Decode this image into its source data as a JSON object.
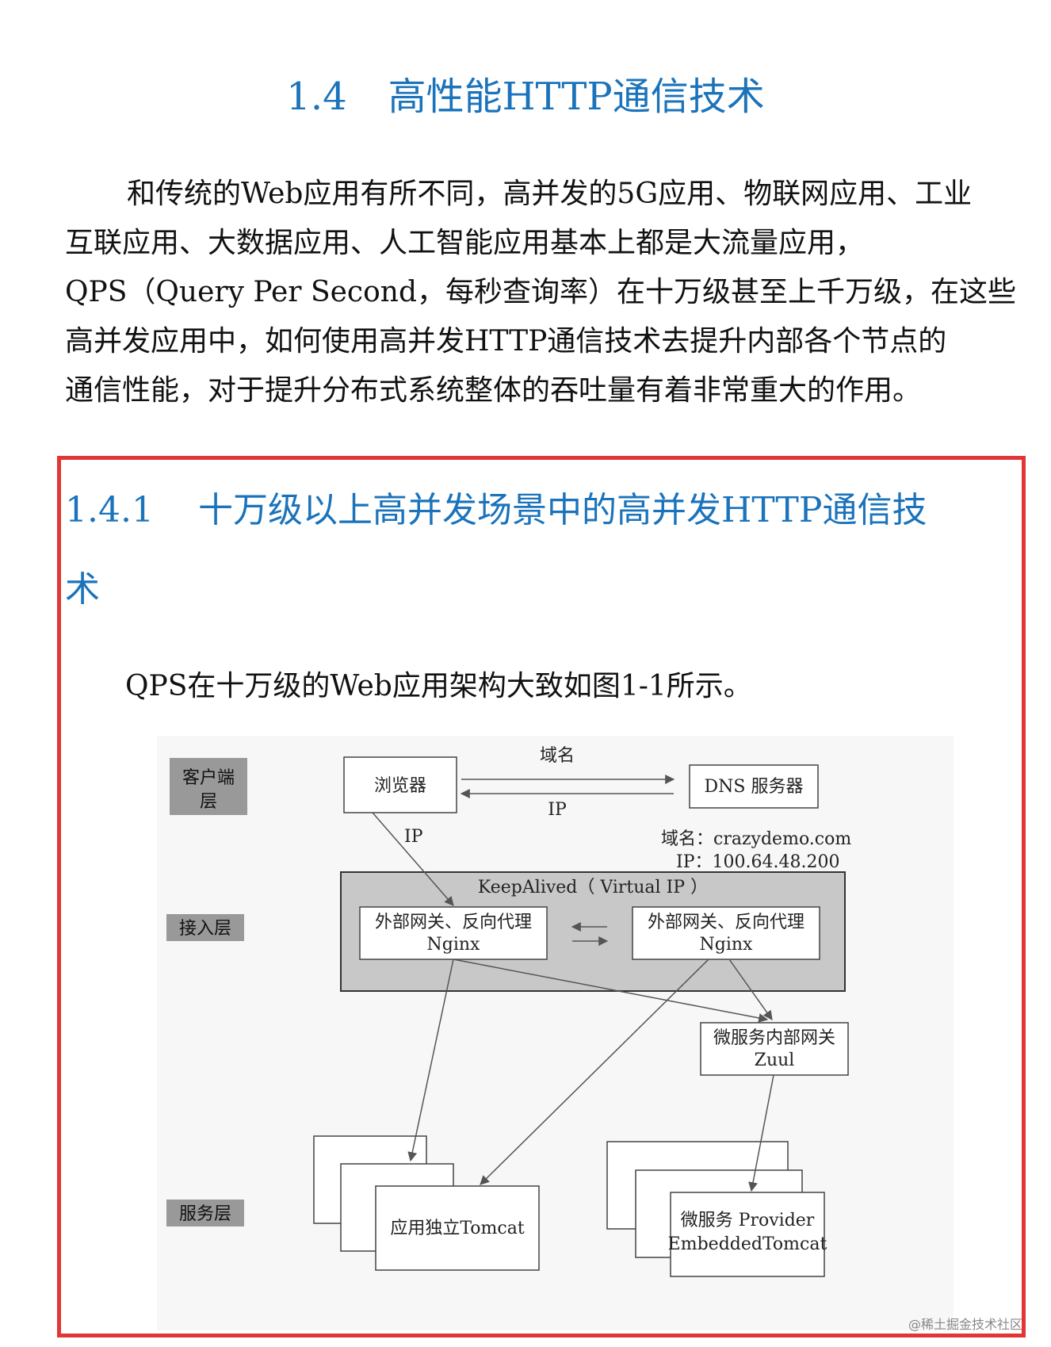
{
  "heading": {
    "number": "1.4",
    "title": "高性能HTTP通信技术"
  },
  "intro": {
    "lines": [
      "和传统的Web应用有所不同，高并发的5G应用、物联网应用、工业",
      "互联应用、大数据应用、人工智能应用基本上都是大流量应用，",
      "QPS（Query Per Second，每秒查询率）在十万级甚至上千万级，在这些",
      "高并发应用中，如何使用高并发HTTP通信技术去提升内部各个节点的",
      "通信性能，对于提升分布式系统整体的吞吐量有着非常重大的作用。"
    ]
  },
  "subheading": {
    "number": "1.4.1",
    "title_line1": "十万级以上高并发场景中的高并发HTTP通信技",
    "title_line2": "术"
  },
  "caption": "QPS在十万级的Web应用架构大致如图1-1所示。",
  "diagram": {
    "layers": {
      "client": "客户端层",
      "access": "接入层",
      "service": "服务层"
    },
    "browser": "浏览器",
    "dns_server": "DNS 服务器",
    "arrow_domain": "域名",
    "arrow_ip_top": "IP",
    "arrow_ip_browser": "IP",
    "domain_info": "域名：crazydemo.com",
    "ip_info": "IP：100.64.48.200",
    "keepalived": "KeepAlived（ Virtual IP ）",
    "nginx_left_line1": "外部网关、反向代理",
    "nginx_left_line2": "Nginx",
    "nginx_right_line1": "外部网关、反向代理",
    "nginx_right_line2": "Nginx",
    "zuul_line1": "微服务内部网关",
    "zuul_line2": "Zuul",
    "tomcat": "应用独立Tomcat",
    "provider_line1": "微服务 Provider",
    "provider_line2": "EmbeddedTomcat"
  },
  "watermark": "@稀土掘金技术社区"
}
